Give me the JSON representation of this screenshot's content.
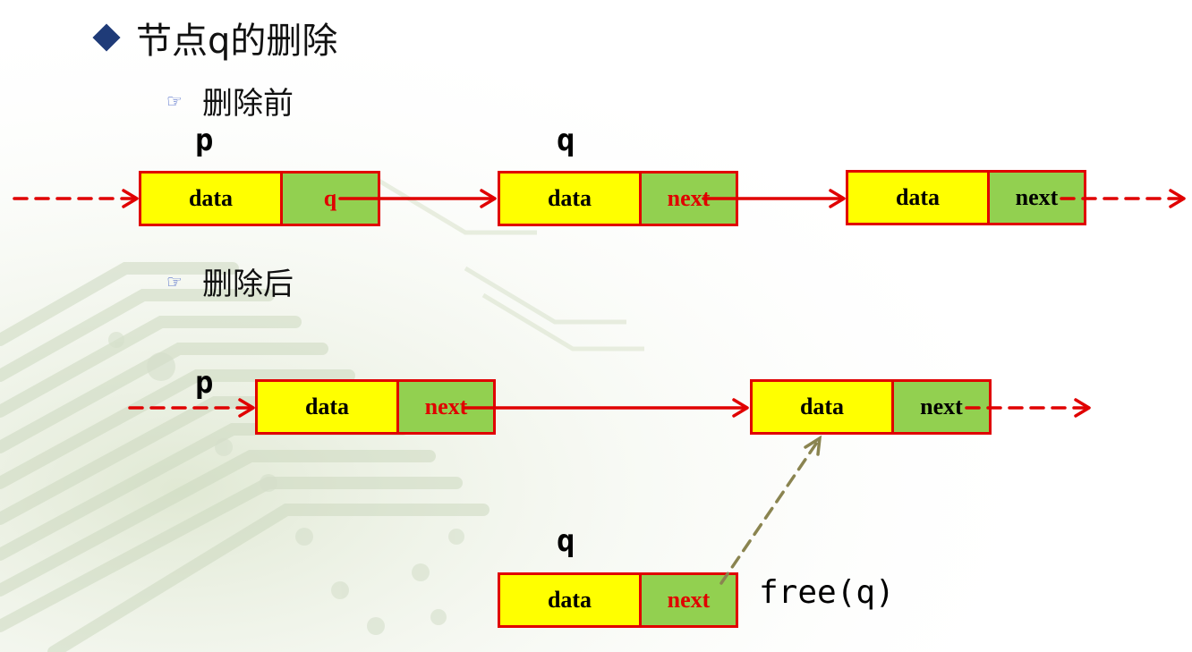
{
  "title": "节点q的删除",
  "section_before": "删除前",
  "section_after": "删除后",
  "pointer_p": "p",
  "pointer_q": "q",
  "free_call": "free(q)",
  "labels": {
    "data": "data",
    "next": "next",
    "q": "q"
  },
  "icons": {
    "bullet": "diamond-bullet-icon",
    "sub_bullet": "pointing-hand-icon"
  },
  "colors": {
    "data_cell": "#ffff00",
    "next_cell": "#92d050",
    "border": "#e00000",
    "arrow": "#e00000",
    "freed_link": "#8a8450",
    "bullet": "#1f3b78"
  }
}
